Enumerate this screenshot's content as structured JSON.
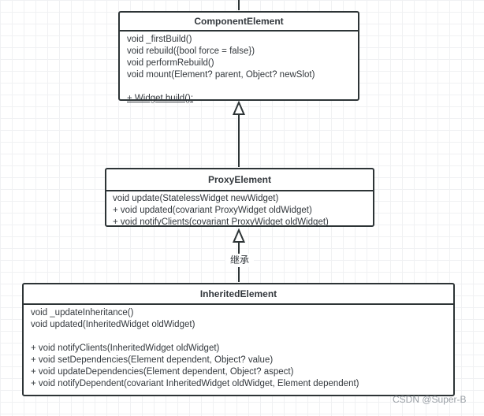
{
  "diagram": {
    "classes": [
      {
        "name": "ComponentElement",
        "members": [
          "void _firstBuild()",
          "void rebuild({bool force = false})",
          "void performRebuild()",
          "void mount(Element? parent, Object? newSlot)",
          "",
          "+ Widget build();"
        ]
      },
      {
        "name": "ProxyElement",
        "members": [
          "void update(StatelessWidget newWidget)",
          "+ void updated(covariant ProxyWidget oldWidget)",
          "+ void notifyClients(covariant ProxyWidget oldWidget)"
        ]
      },
      {
        "name": "InheritedElement",
        "members": [
          "void _updateInheritance()",
          "void updated(InheritedWidget oldWidget)",
          "",
          "+ void notifyClients(InheritedWidget oldWidget)",
          "+ void setDependencies(Element dependent, Object? value)",
          "+ void updateDependencies(Element dependent, Object? aspect)",
          "+ void notifyDependent(covariant InheritedWidget oldWidget, Element dependent)"
        ]
      }
    ],
    "edges": {
      "inheritance_label": "继承"
    },
    "watermark": "CSDN @Super-B",
    "colors": {
      "border": "#2d3436",
      "text": "#33383d",
      "grid": "#f0f1f3",
      "background": "#ffffff",
      "watermark": "#9aa0a6"
    }
  }
}
